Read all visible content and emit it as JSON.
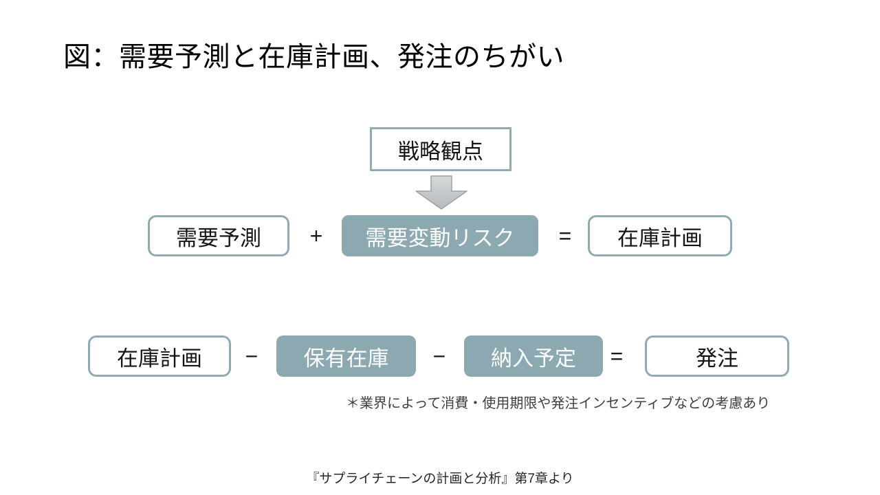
{
  "colors": {
    "accent_fill": "#8CA8B1",
    "accent_border": "#8FAAB2",
    "arrow_fill_top": "#D6D9DA",
    "arrow_fill_bottom": "#B6BABC",
    "arrow_border": "#9DA1A3",
    "note_text": "#3F3F3F",
    "background": "#FFFFFF"
  },
  "slide": {
    "title": "図：需要予測と在庫計画、発注のちがい",
    "strategy_box_label": "戦略観点",
    "equation1": {
      "term1": "需要予測",
      "operator1": "+",
      "term2": "需要変動リスク",
      "operator2": "=",
      "result": "在庫計画"
    },
    "equation2": {
      "term1": "在庫計画",
      "operator1": "−",
      "term2": "保有在庫",
      "operator2": "−",
      "term3": "納入予定",
      "operator3": "=",
      "result": "発注"
    },
    "note": "＊業界によって消費・使用期限や発注インセンティブなどの考慮あり",
    "source": "『サプライチェーンの計画と分析』第7章より"
  }
}
